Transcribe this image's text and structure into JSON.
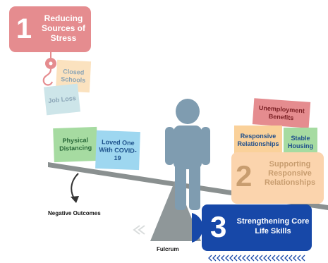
{
  "section1": {
    "number": "1",
    "text": "Reducing Sources of Stress"
  },
  "section2": {
    "number": "2",
    "text": "Supporting Responsive Relationships"
  },
  "section3": {
    "number": "3",
    "text": "Strengthening Core Life Skills"
  },
  "stressors_hanging": [
    "Closed Schools",
    "Job Loss"
  ],
  "stressors_on_beam": [
    "Physical Distancing",
    "Loved One With COVID-19"
  ],
  "supports": [
    "Unemployment Benefits",
    "Responsive Relationships",
    "Stable Housing"
  ],
  "labels": {
    "negative_outcomes": "Negative Outcomes",
    "fulcrum": "Fulcrum"
  },
  "colors": {
    "stress_red": "#e58c8f",
    "supports_peach": "#fbd4ad",
    "skills_blue": "#1748a8",
    "person_steel": "#7f9cb0",
    "beam_gray": "#8a9090"
  }
}
